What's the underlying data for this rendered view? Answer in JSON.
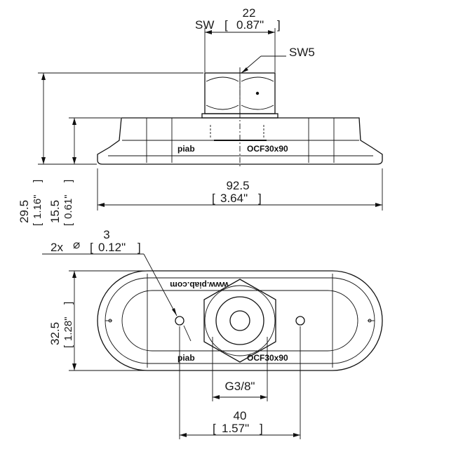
{
  "dimensions": {
    "sw_value": "22",
    "sw_label": "SW",
    "sw_inch": "0.87\"",
    "sw5": "SW5",
    "height_total_mm": "29.5",
    "height_total_in": "1.16\"",
    "height_body_mm": "15.5",
    "height_body_in": "0.61\"",
    "length_mm": "92.5",
    "length_in": "3.64\"",
    "hole_count": "2x",
    "hole_symbol": "⌀",
    "hole_mm": "3",
    "hole_in": "0.12\"",
    "width_mm": "32.5",
    "width_in": "1.28\"",
    "thread": "G3/8\"",
    "hole_spacing_mm": "40",
    "hole_spacing_in": "1.57\""
  },
  "marking": {
    "brand": "piab",
    "model": "OCF30x90",
    "website_mirrored": "www.piab.com"
  }
}
